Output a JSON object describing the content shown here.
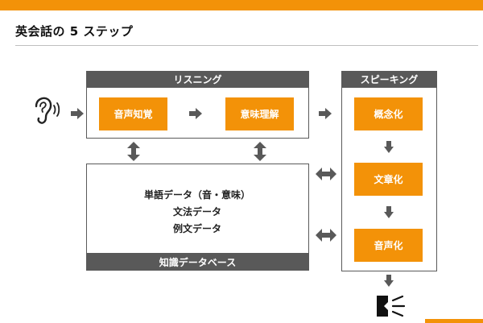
{
  "title": "英会話の 5 ステップ",
  "colors": {
    "accent": "#f39208",
    "panel_header": "#595959",
    "arrow": "#595959",
    "panel_border": "#5a5a5a"
  },
  "listening": {
    "header": "リスニング",
    "steps": [
      "音声知覚",
      "意味理解"
    ]
  },
  "knowledge": {
    "lines": [
      "単語データ（音・意味）",
      "文法データ",
      "例文データ"
    ],
    "footer": "知識データベース"
  },
  "speaking": {
    "header": "スピーキング",
    "steps": [
      "概念化",
      "文章化",
      "音声化"
    ]
  },
  "icons": {
    "input": "ear-icon",
    "output": "speaking-mouth-icon"
  }
}
